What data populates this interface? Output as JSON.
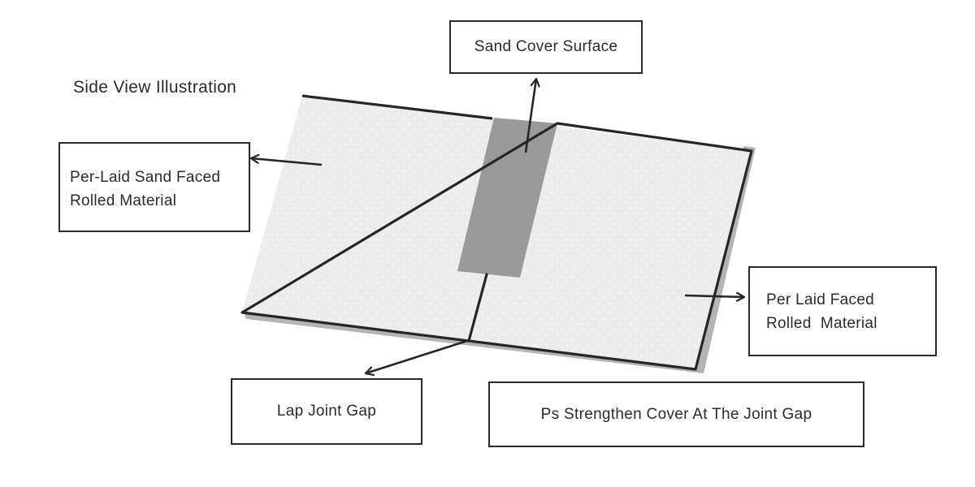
{
  "diagram": {
    "title": "Side View Illustration",
    "labels": {
      "sand_cover_surface": "Sand Cover Surface",
      "per_laid_sand_faced": [
        "Per-Laid Sand Faced",
        "Rolled Material"
      ],
      "per_laid_faced": [
        "Per Laid Faced",
        "Rolled  Material"
      ],
      "lap_joint_gap": "Lap Joint Gap",
      "ps_strengthen_cover": "Ps Strengthen Cover At The Joint Gap"
    }
  },
  "colors": {
    "sheet_fill": "#ececec",
    "sheet_dots": "#fafafa",
    "sheet_shadow": "#b4b4b4",
    "strengthen_strip": "#9a9a9a",
    "outline": "#262626",
    "text": "#2b2b2b"
  }
}
